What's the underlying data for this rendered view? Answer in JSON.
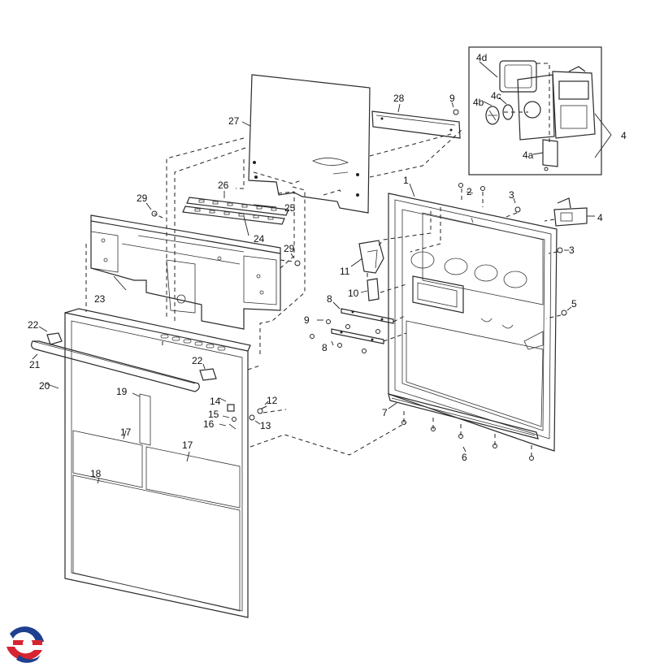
{
  "callouts": {
    "c1": "1",
    "c2": "2",
    "c3a": "3",
    "c3b": "3",
    "c4": "4",
    "c4b": "4",
    "c4a": "4a",
    "c4bb": "4b",
    "c4c": "4c",
    "c4d": "4d",
    "c5": "5",
    "c6": "6",
    "c7": "7",
    "c8a": "8",
    "c8b": "8",
    "c9a": "9",
    "c9b": "9",
    "c10": "10",
    "c11": "11",
    "c12": "12",
    "c13": "13",
    "c14": "14",
    "c15": "15",
    "c16": "16",
    "c17a": "17",
    "c17b": "17",
    "c18": "18",
    "c19": "19",
    "c20": "20",
    "c21": "21",
    "c22a": "22",
    "c22b": "22",
    "c23": "23",
    "c24": "24",
    "c25": "25",
    "c26": "26",
    "c27": "27",
    "c28": "28",
    "c29a": "29",
    "c29b": "29"
  },
  "colors": {
    "line": "#2a2a2a",
    "stipple": "#8a8a8a",
    "logo_red": "#d62430",
    "logo_blue": "#1f3f8f"
  }
}
